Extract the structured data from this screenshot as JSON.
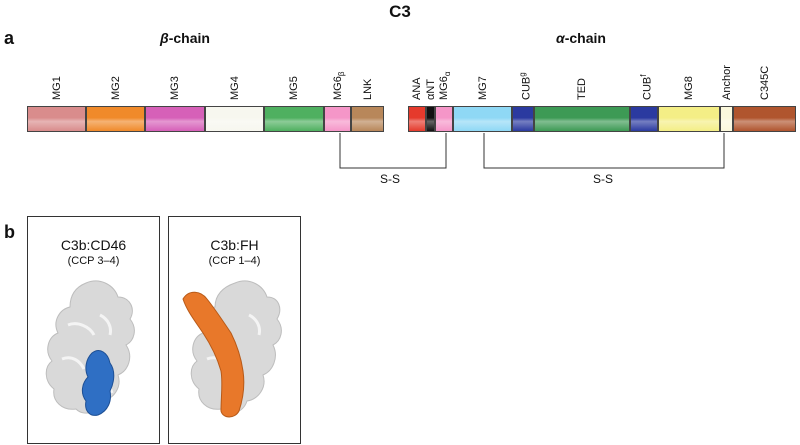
{
  "title": "C3",
  "panel_a": {
    "letter": "a",
    "beta_chain_greek": "β",
    "beta_chain_rest": "-chain",
    "alpha_chain_greek": "α",
    "alpha_chain_rest": "-chain"
  },
  "domains": [
    {
      "id": "mg1",
      "label": "MG1",
      "sub": "",
      "sup": "",
      "color": "#d98c8c"
    },
    {
      "id": "mg2",
      "label": "MG2",
      "sub": "",
      "sup": "",
      "color": "#f08a2a"
    },
    {
      "id": "mg3",
      "label": "MG3",
      "sub": "",
      "sup": "",
      "color": "#d660b8"
    },
    {
      "id": "mg4",
      "label": "MG4",
      "sub": "",
      "sup": "",
      "color": "#f7f7ef"
    },
    {
      "id": "mg5",
      "label": "MG5",
      "sub": "",
      "sup": "",
      "color": "#4fb060"
    },
    {
      "id": "mg6b",
      "label": "MG6",
      "sub": "β",
      "sup": "",
      "color": "#f596c8"
    },
    {
      "id": "lnk",
      "label": "LNK",
      "sub": "",
      "sup": "",
      "color": "#b8875a"
    },
    {
      "id": "ana",
      "label": "ANA",
      "sub": "",
      "sup": "",
      "color": "#e53a2c"
    },
    {
      "id": "ant",
      "label": "αNT",
      "sub": "",
      "sup": "",
      "color": "#111111"
    },
    {
      "id": "mg6a",
      "label": "MG6",
      "sub": "α",
      "sup": "",
      "color": "#f596c8"
    },
    {
      "id": "mg7",
      "label": "MG7",
      "sub": "",
      "sup": "",
      "color": "#8fd8f5"
    },
    {
      "id": "cubg",
      "label": "CUB",
      "sub": "",
      "sup": "g",
      "color": "#2b3aa0"
    },
    {
      "id": "ted",
      "label": "TED",
      "sub": "",
      "sup": "",
      "color": "#3d9a55"
    },
    {
      "id": "cubf",
      "label": "CUB",
      "sub": "",
      "sup": "f",
      "color": "#2b3aa0"
    },
    {
      "id": "mg8",
      "label": "MG8",
      "sub": "",
      "sup": "",
      "color": "#f4ee86"
    },
    {
      "id": "anchor",
      "label": "Anchor",
      "sub": "",
      "sup": "",
      "color": "#fbf8dc"
    },
    {
      "id": "c345c",
      "label": "C345C",
      "sub": "",
      "sup": "",
      "color": "#b0552e"
    }
  ],
  "disulfides": [
    {
      "label": "S-S"
    },
    {
      "label": "S-S"
    }
  ],
  "panel_b": {
    "letter": "b",
    "boxes": [
      {
        "title": "C3b:CD46",
        "subtitle": "(CCP 3–4)",
        "ligand_color": "#2f6fc4"
      },
      {
        "title": "C3b:FH",
        "subtitle": "(CCP 1–4)",
        "ligand_color": "#e8782a"
      }
    ]
  }
}
